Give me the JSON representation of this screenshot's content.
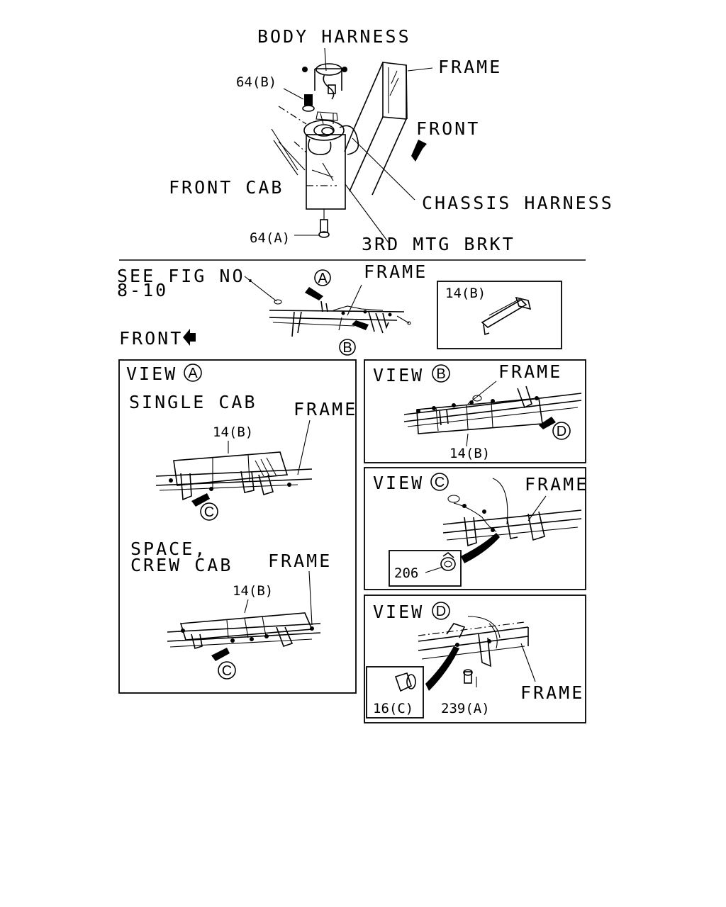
{
  "top": {
    "body_harness": "BODY HARNESS",
    "frame": "FRAME",
    "front": "FRONT",
    "part_64b": "64(B)",
    "front_cab": "FRONT CAB",
    "chassis_harness": "CHASSIS HARNESS",
    "part_64a": "64(A)",
    "mtg_brkt": "3RD MTG BRKT"
  },
  "overview": {
    "see_fig_line1": "SEE FIG NO.",
    "see_fig_line2": "8-10",
    "marker_a": "A",
    "marker_b": "B",
    "frame": "FRAME",
    "front": "FRONT",
    "part_14b": "14(B)"
  },
  "view_a": {
    "view_word": "VIEW",
    "marker": "A",
    "single_cab": "SINGLE CAB",
    "frame_1": "FRAME",
    "part_1": "14(B)",
    "marker_c_1": "C",
    "space_line1": "SPACE,",
    "space_line2": "CREW CAB",
    "frame_2": "FRAME",
    "part_2": "14(B)",
    "marker_c_2": "C"
  },
  "view_b": {
    "view_word": "VIEW",
    "marker": "B",
    "frame": "FRAME",
    "part": "14(B)",
    "marker_d": "D"
  },
  "view_c": {
    "view_word": "VIEW",
    "marker": "C",
    "frame": "FRAME",
    "part": "206"
  },
  "view_d": {
    "view_word": "VIEW",
    "marker": "D",
    "part_16c": "16(C)",
    "part_239a": "239(A)",
    "frame": "FRAME"
  }
}
